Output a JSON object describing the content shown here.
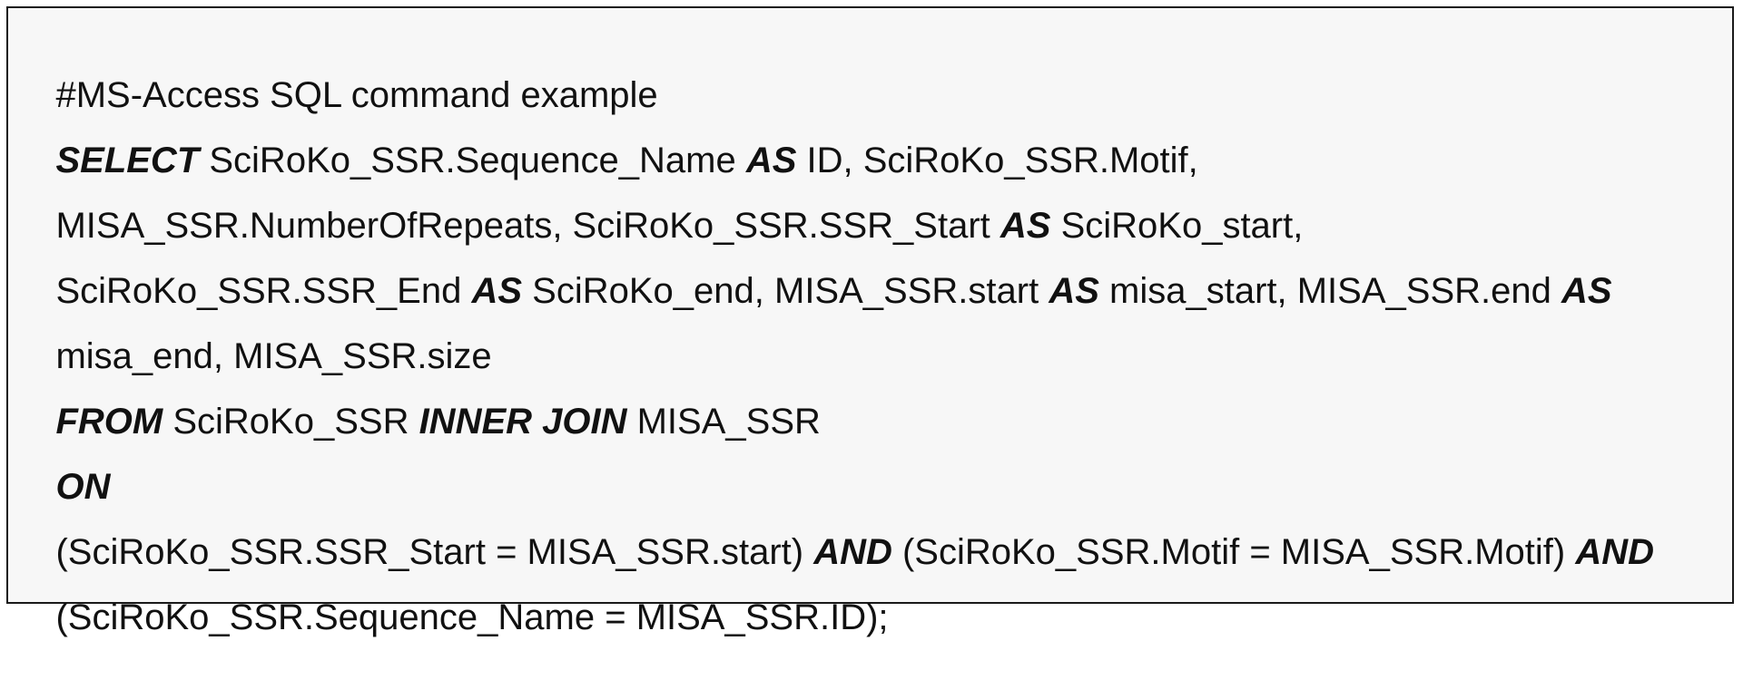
{
  "code_block": {
    "lines": [
      [
        {
          "t": "#MS-Access SQL command example",
          "kw": false
        }
      ],
      [
        {
          "t": "SELECT",
          "kw": true
        },
        {
          "t": " SciRoKo_SSR.Sequence_Name ",
          "kw": false
        },
        {
          "t": "AS",
          "kw": true
        },
        {
          "t": " ID, SciRoKo_SSR.Motif,",
          "kw": false
        }
      ],
      [
        {
          "t": "MISA_SSR.NumberOfRepeats, SciRoKo_SSR.SSR_Start ",
          "kw": false
        },
        {
          "t": "AS",
          "kw": true
        },
        {
          "t": " SciRoKo_start,",
          "kw": false
        }
      ],
      [
        {
          "t": "SciRoKo_SSR.SSR_End ",
          "kw": false
        },
        {
          "t": "AS",
          "kw": true
        },
        {
          "t": " SciRoKo_end, MISA_SSR.start ",
          "kw": false
        },
        {
          "t": "AS",
          "kw": true
        },
        {
          "t": " misa_start, MISA_SSR.end ",
          "kw": false
        },
        {
          "t": "AS",
          "kw": true
        }
      ],
      [
        {
          "t": "misa_end, MISA_SSR.size",
          "kw": false
        }
      ],
      [
        {
          "t": "FROM",
          "kw": true
        },
        {
          "t": " SciRoKo_SSR ",
          "kw": false
        },
        {
          "t": "INNER JOIN",
          "kw": true
        },
        {
          "t": " MISA_SSR",
          "kw": false
        }
      ],
      [
        {
          "t": "ON",
          "kw": true
        }
      ],
      [
        {
          "t": "(SciRoKo_SSR.SSR_Start = MISA_SSR.start) ",
          "kw": false
        },
        {
          "t": "AND",
          "kw": true
        },
        {
          "t": " (SciRoKo_SSR.Motif = MISA_SSR.Motif) ",
          "kw": false
        },
        {
          "t": "AND",
          "kw": true
        }
      ],
      [
        {
          "t": "(SciRoKo_SSR.Sequence_Name = MISA_SSR.ID);",
          "kw": false
        }
      ]
    ]
  }
}
